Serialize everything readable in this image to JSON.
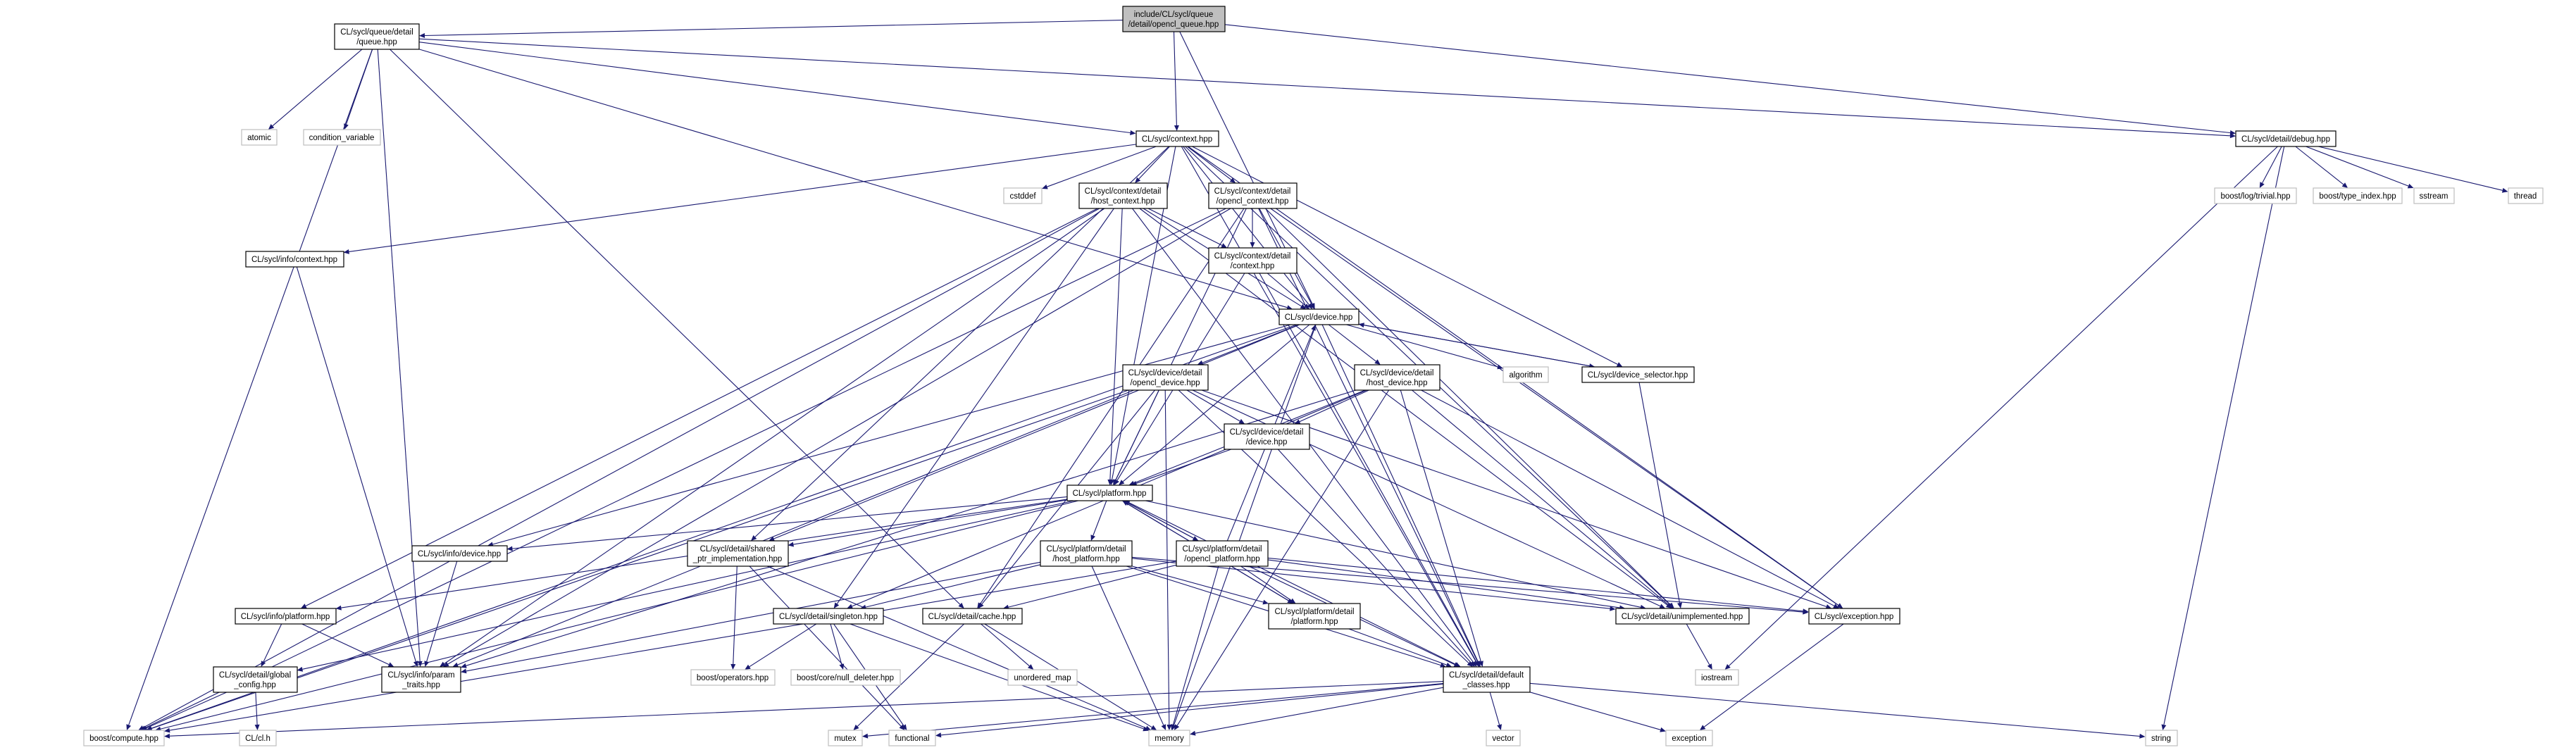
{
  "diagram": {
    "nodes": [
      {
        "id": "opencl_queue",
        "kind": "root",
        "lines": [
          "include/CL/sycl/queue",
          "/detail/opencl_queue.hpp"
        ]
      },
      {
        "id": "queue",
        "kind": "hdr",
        "lines": [
          "CL/sycl/queue/detail",
          "/queue.hpp"
        ]
      },
      {
        "id": "context",
        "kind": "hdr",
        "lines": [
          "CL/sycl/context.hpp"
        ]
      },
      {
        "id": "debug",
        "kind": "hdr",
        "lines": [
          "CL/sycl/detail/debug.hpp"
        ]
      },
      {
        "id": "atomic",
        "kind": "sys",
        "lines": [
          "atomic"
        ]
      },
      {
        "id": "condition_variable",
        "kind": "sys",
        "lines": [
          "condition_variable"
        ]
      },
      {
        "id": "cstddef",
        "kind": "sys",
        "lines": [
          "cstddef"
        ]
      },
      {
        "id": "host_context",
        "kind": "hdr",
        "lines": [
          "CL/sycl/context/detail",
          "/host_context.hpp"
        ]
      },
      {
        "id": "opencl_context",
        "kind": "hdr",
        "lines": [
          "CL/sycl/context/detail",
          "/opencl_context.hpp"
        ]
      },
      {
        "id": "info_context",
        "kind": "hdr",
        "lines": [
          "CL/sycl/info/context.hpp"
        ]
      },
      {
        "id": "detail_context",
        "kind": "hdr",
        "lines": [
          "CL/sycl/context/detail",
          "/context.hpp"
        ]
      },
      {
        "id": "log_trivial",
        "kind": "sys",
        "lines": [
          "boost/log/trivial.hpp"
        ]
      },
      {
        "id": "type_index",
        "kind": "sys",
        "lines": [
          "boost/type_index.hpp"
        ]
      },
      {
        "id": "sstream",
        "kind": "sys",
        "lines": [
          "sstream"
        ]
      },
      {
        "id": "thread",
        "kind": "sys",
        "lines": [
          "thread"
        ]
      },
      {
        "id": "device",
        "kind": "hdr",
        "lines": [
          "CL/sycl/device.hpp"
        ]
      },
      {
        "id": "opencl_device",
        "kind": "hdr",
        "lines": [
          "CL/sycl/device/detail",
          "/opencl_device.hpp"
        ]
      },
      {
        "id": "host_device",
        "kind": "hdr",
        "lines": [
          "CL/sycl/device/detail",
          "/host_device.hpp"
        ]
      },
      {
        "id": "algorithm",
        "kind": "sys",
        "lines": [
          "algorithm"
        ]
      },
      {
        "id": "device_selector",
        "kind": "hdr",
        "lines": [
          "CL/sycl/device_selector.hpp"
        ]
      },
      {
        "id": "detail_device",
        "kind": "hdr",
        "lines": [
          "CL/sycl/device/detail",
          "/device.hpp"
        ]
      },
      {
        "id": "platform",
        "kind": "hdr",
        "lines": [
          "CL/sycl/platform.hpp"
        ]
      },
      {
        "id": "info_device",
        "kind": "hdr",
        "lines": [
          "CL/sycl/info/device.hpp"
        ]
      },
      {
        "id": "shared_ptr",
        "kind": "hdr",
        "lines": [
          "CL/sycl/detail/shared",
          "_ptr_implementation.hpp"
        ]
      },
      {
        "id": "host_platform",
        "kind": "hdr",
        "lines": [
          "CL/sycl/platform/detail",
          "/host_platform.hpp"
        ]
      },
      {
        "id": "opencl_platform",
        "kind": "hdr",
        "lines": [
          "CL/sycl/platform/detail",
          "/opencl_platform.hpp"
        ]
      },
      {
        "id": "info_platform",
        "kind": "hdr",
        "lines": [
          "CL/sycl/info/platform.hpp"
        ]
      },
      {
        "id": "singleton",
        "kind": "hdr",
        "lines": [
          "CL/sycl/detail/singleton.hpp"
        ]
      },
      {
        "id": "cache",
        "kind": "hdr",
        "lines": [
          "CL/sycl/detail/cache.hpp"
        ]
      },
      {
        "id": "detail_platform",
        "kind": "hdr",
        "lines": [
          "CL/sycl/platform/detail",
          "/platform.hpp"
        ]
      },
      {
        "id": "unimplemented",
        "kind": "hdr",
        "lines": [
          "CL/sycl/detail/unimplemented.hpp"
        ]
      },
      {
        "id": "exception",
        "kind": "hdr",
        "lines": [
          "CL/sycl/exception.hpp"
        ]
      },
      {
        "id": "global_config",
        "kind": "hdr",
        "lines": [
          "CL/sycl/detail/global",
          "_config.hpp"
        ]
      },
      {
        "id": "param_traits",
        "kind": "hdr",
        "lines": [
          "CL/sycl/info/param",
          "_traits.hpp"
        ]
      },
      {
        "id": "boost_operators",
        "kind": "sys",
        "lines": [
          "boost/operators.hpp"
        ]
      },
      {
        "id": "null_deleter",
        "kind": "sys",
        "lines": [
          "boost/core/null_deleter.hpp"
        ]
      },
      {
        "id": "unordered_map",
        "kind": "sys",
        "lines": [
          "unordered_map"
        ]
      },
      {
        "id": "default_classes",
        "kind": "hdr",
        "lines": [
          "CL/sycl/detail/default",
          "_classes.hpp"
        ]
      },
      {
        "id": "iostream",
        "kind": "sys",
        "lines": [
          "iostream"
        ]
      },
      {
        "id": "boost_compute",
        "kind": "sys",
        "lines": [
          "boost/compute.hpp"
        ]
      },
      {
        "id": "cl_h",
        "kind": "sys",
        "lines": [
          "CL/cl.h"
        ]
      },
      {
        "id": "mutex",
        "kind": "sys",
        "lines": [
          "mutex"
        ]
      },
      {
        "id": "functional",
        "kind": "sys",
        "lines": [
          "functional"
        ]
      },
      {
        "id": "memory",
        "kind": "sys",
        "lines": [
          "memory"
        ]
      },
      {
        "id": "vector",
        "kind": "sys",
        "lines": [
          "vector"
        ]
      },
      {
        "id": "std_exception",
        "kind": "sys",
        "lines": [
          "exception"
        ]
      },
      {
        "id": "string",
        "kind": "sys",
        "lines": [
          "string"
        ]
      }
    ],
    "edges": [
      [
        "opencl_queue",
        "queue"
      ],
      [
        "opencl_queue",
        "context"
      ],
      [
        "opencl_queue",
        "debug"
      ],
      [
        "opencl_queue",
        "device"
      ],
      [
        "queue",
        "atomic"
      ],
      [
        "queue",
        "condition_variable"
      ],
      [
        "queue",
        "context"
      ],
      [
        "queue",
        "debug"
      ],
      [
        "queue",
        "device"
      ],
      [
        "queue",
        "cache"
      ],
      [
        "queue",
        "boost_compute"
      ],
      [
        "queue",
        "param_traits"
      ],
      [
        "context",
        "cstddef"
      ],
      [
        "context",
        "host_context"
      ],
      [
        "context",
        "opencl_context"
      ],
      [
        "context",
        "info_context"
      ],
      [
        "context",
        "device"
      ],
      [
        "context",
        "device_selector"
      ],
      [
        "context",
        "platform"
      ],
      [
        "context",
        "shared_ptr"
      ],
      [
        "context",
        "unimplemented"
      ],
      [
        "context",
        "exception"
      ],
      [
        "context",
        "default_classes"
      ],
      [
        "debug",
        "log_trivial"
      ],
      [
        "debug",
        "type_index"
      ],
      [
        "debug",
        "sstream"
      ],
      [
        "debug",
        "thread"
      ],
      [
        "debug",
        "iostream"
      ],
      [
        "debug",
        "string"
      ],
      [
        "host_context",
        "detail_context"
      ],
      [
        "host_context",
        "device"
      ],
      [
        "host_context",
        "platform"
      ],
      [
        "host_context",
        "info_platform"
      ],
      [
        "host_context",
        "singleton"
      ],
      [
        "host_context",
        "param_traits"
      ],
      [
        "host_context",
        "boost_compute"
      ],
      [
        "host_context",
        "default_classes"
      ],
      [
        "host_context",
        "unimplemented"
      ],
      [
        "opencl_context",
        "detail_context"
      ],
      [
        "opencl_context",
        "device"
      ],
      [
        "opencl_context",
        "platform"
      ],
      [
        "opencl_context",
        "cache"
      ],
      [
        "opencl_context",
        "boost_compute"
      ],
      [
        "opencl_context",
        "unimplemented"
      ],
      [
        "opencl_context",
        "exception"
      ],
      [
        "opencl_context",
        "default_classes"
      ],
      [
        "opencl_context",
        "param_traits"
      ],
      [
        "info_context",
        "param_traits"
      ],
      [
        "detail_context",
        "device"
      ],
      [
        "detail_context",
        "platform"
      ],
      [
        "detail_context",
        "default_classes"
      ],
      [
        "device",
        "algorithm"
      ],
      [
        "device",
        "opencl_device"
      ],
      [
        "device",
        "host_device"
      ],
      [
        "device",
        "device_selector"
      ],
      [
        "device",
        "platform"
      ],
      [
        "device",
        "info_device"
      ],
      [
        "device",
        "shared_ptr"
      ],
      [
        "device",
        "boost_compute"
      ],
      [
        "device",
        "memory"
      ],
      [
        "device",
        "default_classes"
      ],
      [
        "opencl_device",
        "detail_device"
      ],
      [
        "opencl_device",
        "platform"
      ],
      [
        "opencl_device",
        "cache"
      ],
      [
        "opencl_device",
        "unimplemented"
      ],
      [
        "opencl_device",
        "exception"
      ],
      [
        "opencl_device",
        "default_classes"
      ],
      [
        "opencl_device",
        "boost_compute"
      ],
      [
        "opencl_device",
        "memory"
      ],
      [
        "opencl_device",
        "param_traits"
      ],
      [
        "host_device",
        "detail_device"
      ],
      [
        "host_device",
        "platform"
      ],
      [
        "host_device",
        "singleton"
      ],
      [
        "host_device",
        "unimplemented"
      ],
      [
        "host_device",
        "exception"
      ],
      [
        "host_device",
        "default_classes"
      ],
      [
        "host_device",
        "memory"
      ],
      [
        "host_device",
        "param_traits"
      ],
      [
        "device_selector",
        "device"
      ],
      [
        "device_selector",
        "unimplemented"
      ],
      [
        "detail_device",
        "platform"
      ],
      [
        "detail_device",
        "default_classes"
      ],
      [
        "platform",
        "info_device"
      ],
      [
        "platform",
        "shared_ptr"
      ],
      [
        "platform",
        "host_platform"
      ],
      [
        "platform",
        "opencl_platform"
      ],
      [
        "platform",
        "detail_platform"
      ],
      [
        "platform",
        "info_platform"
      ],
      [
        "platform",
        "global_config"
      ],
      [
        "platform",
        "default_classes"
      ],
      [
        "platform",
        "unimplemented"
      ],
      [
        "platform",
        "boost_compute"
      ],
      [
        "info_device",
        "param_traits"
      ],
      [
        "shared_ptr",
        "boost_operators"
      ],
      [
        "shared_ptr",
        "memory"
      ],
      [
        "shared_ptr",
        "functional"
      ],
      [
        "host_platform",
        "detail_platform"
      ],
      [
        "host_platform",
        "singleton"
      ],
      [
        "host_platform",
        "unimplemented"
      ],
      [
        "host_platform",
        "exception"
      ],
      [
        "host_platform",
        "default_classes"
      ],
      [
        "host_platform",
        "memory"
      ],
      [
        "host_platform",
        "param_traits"
      ],
      [
        "opencl_platform",
        "detail_platform"
      ],
      [
        "opencl_platform",
        "cache"
      ],
      [
        "opencl_platform",
        "unimplemented"
      ],
      [
        "opencl_platform",
        "exception"
      ],
      [
        "opencl_platform",
        "default_classes"
      ],
      [
        "opencl_platform",
        "memory"
      ],
      [
        "opencl_platform",
        "boost_compute"
      ],
      [
        "opencl_platform",
        "platform"
      ],
      [
        "opencl_platform",
        "device"
      ],
      [
        "info_platform",
        "param_traits"
      ],
      [
        "info_platform",
        "global_config"
      ],
      [
        "singleton",
        "boost_operators"
      ],
      [
        "singleton",
        "null_deleter"
      ],
      [
        "singleton",
        "memory"
      ],
      [
        "singleton",
        "functional"
      ],
      [
        "cache",
        "unordered_map"
      ],
      [
        "cache",
        "mutex"
      ],
      [
        "cache",
        "memory"
      ],
      [
        "detail_platform",
        "platform"
      ],
      [
        "detail_platform",
        "default_classes"
      ],
      [
        "unimplemented",
        "iostream"
      ],
      [
        "exception",
        "std_exception"
      ],
      [
        "global_config",
        "boost_compute"
      ],
      [
        "global_config",
        "cl_h"
      ],
      [
        "default_classes",
        "boost_compute"
      ],
      [
        "default_classes",
        "mutex"
      ],
      [
        "default_classes",
        "functional"
      ],
      [
        "default_classes",
        "memory"
      ],
      [
        "default_classes",
        "vector"
      ],
      [
        "default_classes",
        "std_exception"
      ],
      [
        "default_classes",
        "string"
      ]
    ]
  }
}
